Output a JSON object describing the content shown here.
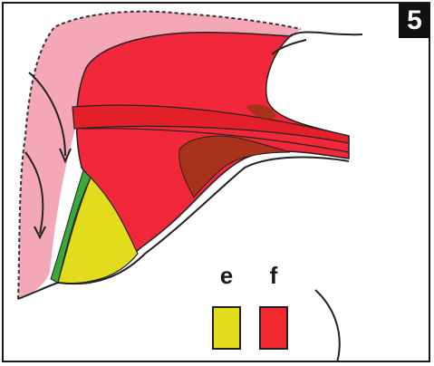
{
  "figure": {
    "badge": "5"
  },
  "legend": {
    "items": [
      {
        "label": "e",
        "color": "#e2dc1c"
      },
      {
        "label": "f",
        "color": "#f2282e"
      }
    ]
  },
  "regions": {
    "outer_membrane": "#f4a7b7",
    "main_body": "#f2283a",
    "brown_patch": "#a8321a",
    "green_strip": "#3aa83a",
    "yellow_region": "#e2dc1c"
  }
}
